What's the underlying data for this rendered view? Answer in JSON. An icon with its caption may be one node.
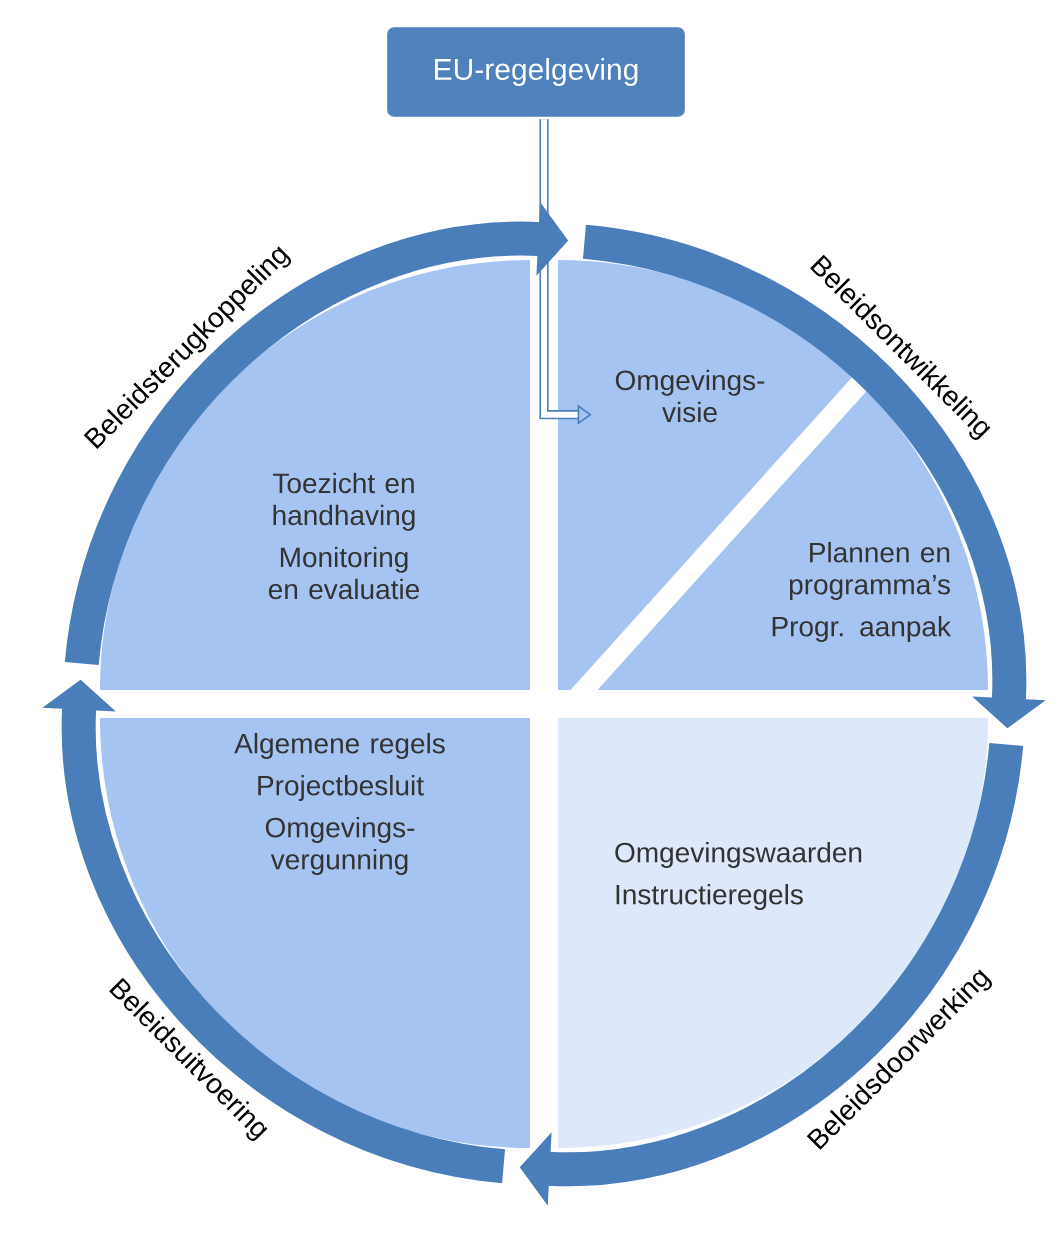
{
  "diagram": {
    "nodes": [
      {
        "text": [
          "EU-regelgeving"
        ]
      },
      {
        "text": [
          "Toezicht en handhaving",
          "Monitoring en evaluatie"
        ]
      },
      {
        "text": [
          "Omgevings- visie"
        ]
      },
      {
        "text": [
          "Plannen en programma’s",
          "Progr. aanpak"
        ]
      },
      {
        "text": [
          "Algemene regels",
          "Projectbesluit",
          "Omgevings- vergunning"
        ]
      },
      {
        "text": [
          "Omgevingswaarden",
          "Instructieregels"
        ]
      }
    ],
    "edges": [
      {
        "from": 0,
        "to": 2,
        "arrow": "to"
      },
      {
        "from": 1,
        "to": 2,
        "arrow": "to",
        "label": "Beleidsterugkoppeling"
      },
      {
        "from": 2,
        "to": 5,
        "arrow": "to",
        "label": "Beleidsontwikkeling"
      },
      {
        "from": 5,
        "to": 4,
        "arrow": "to",
        "label": "Beleidsdoorwerking"
      },
      {
        "from": 4,
        "to": 1,
        "arrow": "to",
        "label": "Beleidsuitvoering"
      }
    ]
  }
}
